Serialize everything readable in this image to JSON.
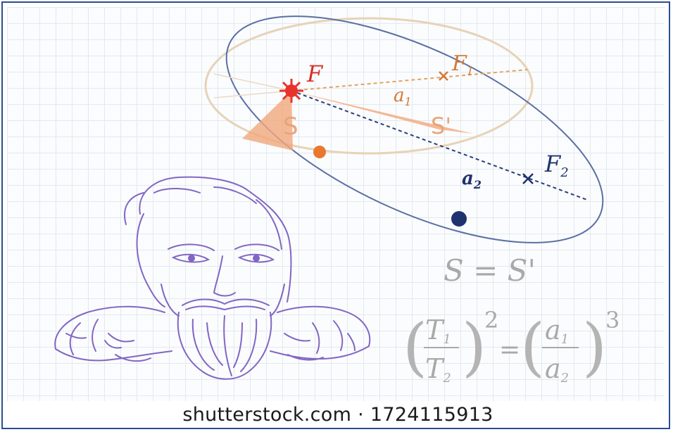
{
  "diagram": {
    "labels": {
      "focus_main": "F",
      "focus_1": "F",
      "focus_1_sub": "1",
      "focus_2": "F",
      "focus_2_sub": "2",
      "semi_axis_1": "a",
      "semi_axis_1_sub": "1",
      "semi_axis_2": "a",
      "semi_axis_2_sub": "2",
      "area_1": "S",
      "area_2": "S'"
    },
    "equations": {
      "area_law": "S = S'",
      "period_law_T1": "T",
      "period_law_T1_sub": "1",
      "period_law_T2": "T",
      "period_law_T2_sub": "2",
      "period_law_a1": "a",
      "period_law_a1_sub": "1",
      "period_law_a2": "a",
      "period_law_a2_sub": "2",
      "exp_left": "2",
      "exp_right": "3",
      "equals": "="
    },
    "colors": {
      "orbit_outer": "#e6d3b8",
      "orbit_inner": "#5a6fa3",
      "sun": "#e8322b",
      "planet_1": "#e8782e",
      "planet_2": "#1f3270",
      "sector_fill": "#f1a87c",
      "portrait_ink": "#8266c4",
      "equation_ink": "#a9a9a9"
    }
  },
  "watermark": "shutterstock.com · 1724115913"
}
